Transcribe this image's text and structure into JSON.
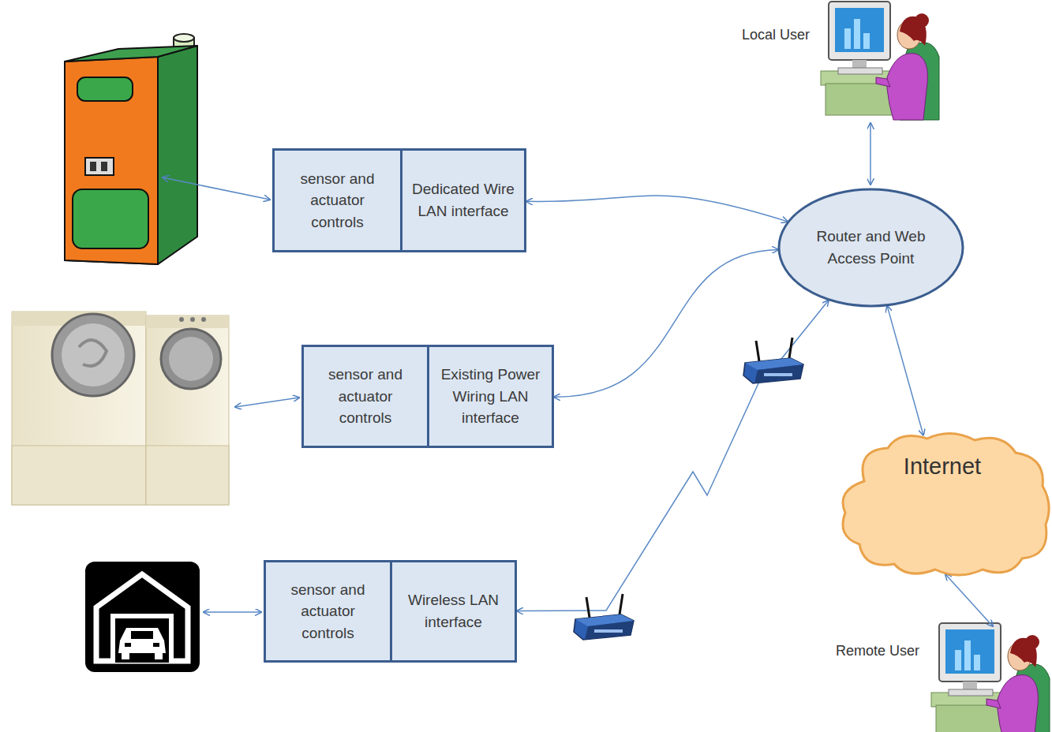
{
  "diagram": {
    "nodes": [
      {
        "text": [
          "sensor and actuator controls"
        ]
      },
      {
        "text": [
          "Dedicated Wire LAN interface"
        ]
      },
      {
        "text": [
          "sensor and actuator controls"
        ]
      },
      {
        "text": [
          "Existing Power Wiring LAN interface"
        ]
      },
      {
        "text": [
          "sensor and actuator controls"
        ]
      },
      {
        "text": [
          "Wireless LAN interface"
        ]
      },
      {
        "text": [
          "Router and Web Access Point"
        ]
      },
      {
        "text": [
          "Internet"
        ]
      }
    ],
    "edges": [
      {
        "from": 1,
        "to": 6,
        "arrow": "both"
      },
      {
        "from": 3,
        "to": 6,
        "arrow": "both"
      },
      {
        "from": 5,
        "to": 6,
        "arrow": "both"
      },
      {
        "from": 6,
        "to": 7,
        "arrow": "both"
      }
    ],
    "labels": [
      "Local User",
      "Remote User"
    ]
  }
}
